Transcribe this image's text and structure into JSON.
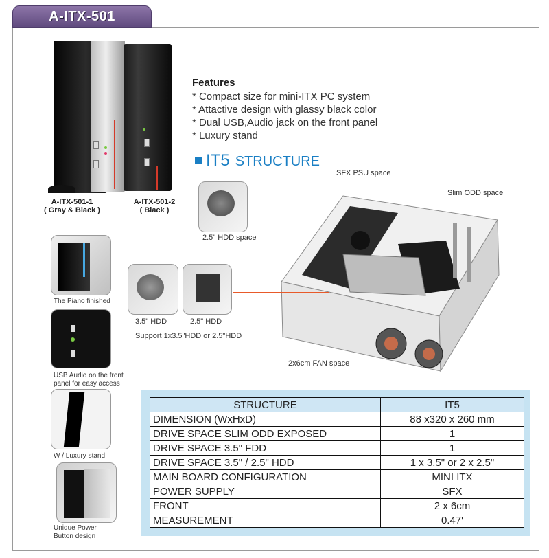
{
  "model": "A-ITX-501",
  "products": [
    {
      "name": "A-ITX-501-1",
      "variant": "( Gray & Black )"
    },
    {
      "name": "A-ITX-501-2",
      "variant": "( Black )"
    }
  ],
  "features": {
    "title": "Features",
    "items": [
      "* Compact size for mini-ITX PC system",
      "* Attactive design with glassy black color",
      "* Dual USB,Audio jack on the front panel",
      "* Luxury stand"
    ]
  },
  "structure_heading": {
    "name": "IT5",
    "word": "STRUCTURE"
  },
  "callouts": {
    "sfx_psu": "SFX PSU space",
    "slim_odd": "Slim ODD space",
    "hdd_25": "2.5\" HDD  space",
    "fan": "2x6cm FAN space",
    "hdd_35_small": "3.5\" HDD",
    "hdd_25_small": "2.5\" HDD",
    "support": "Support 1x3.5\"HDD or 2.5\"HDD"
  },
  "side_features": [
    "The Piano finished",
    "USB Audio on the front panel for easy access",
    "W / Luxury stand",
    "Unique Power Button design"
  ],
  "spec_table": {
    "headers": [
      "STRUCTURE",
      "IT5"
    ],
    "rows": [
      [
        "DIMENSION (WxHxD)",
        "88 x320 x 260 mm"
      ],
      [
        "DRIVE SPACE SLIM ODD EXPOSED",
        "1"
      ],
      [
        "DRIVE SPACE 3.5\" FDD",
        "1"
      ],
      [
        "DRIVE SPACE 3.5\" / 2.5\" HDD",
        "1 x 3.5\"  or 2 x 2.5\""
      ],
      [
        "MAIN BOARD CONFIGURATION",
        "MINI ITX"
      ],
      [
        "POWER SUPPLY",
        "SFX"
      ],
      [
        "FRONT",
        "2 x 6cm"
      ],
      [
        "MEASUREMENT",
        "0.47'"
      ]
    ]
  },
  "colors": {
    "accent_blue": "#1a7fc4",
    "tab_purple": "#6e5890",
    "table_bg": "#c6e3f2",
    "leader": "#e85a2a"
  }
}
